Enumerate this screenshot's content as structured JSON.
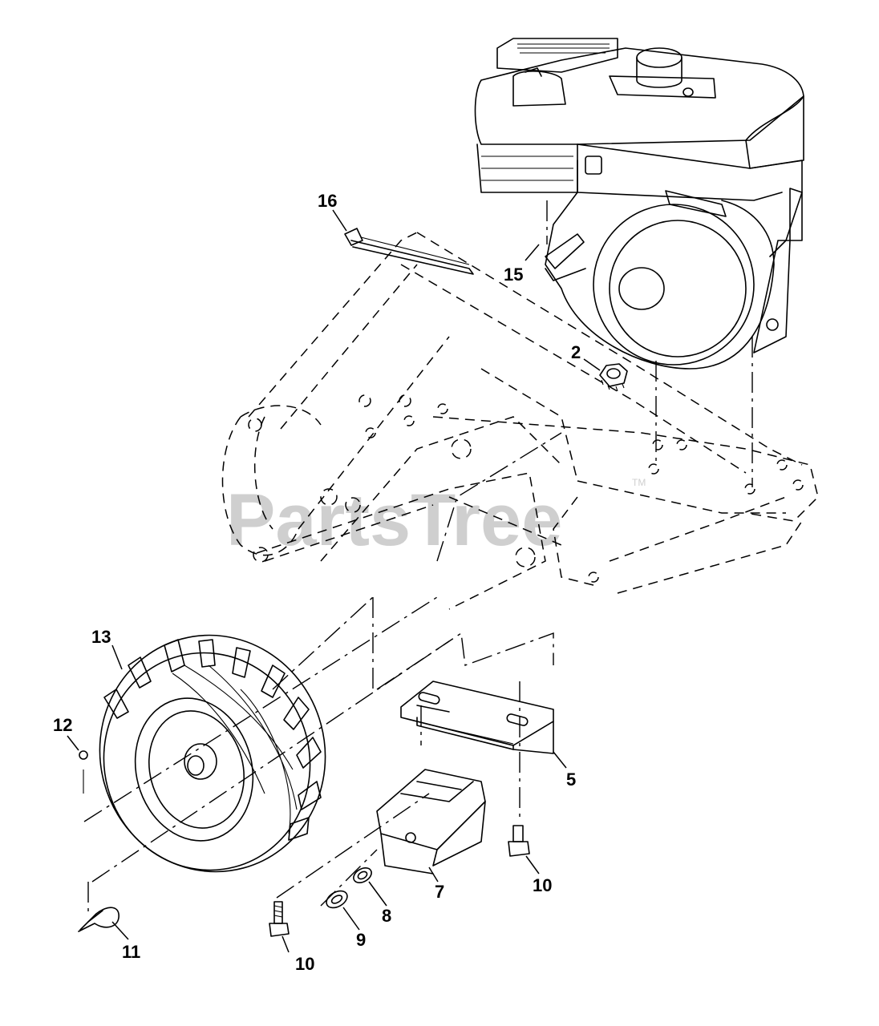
{
  "watermark": {
    "text": "PartsTree",
    "mark": "TM"
  },
  "callouts": [
    {
      "id": "16",
      "label": "16"
    },
    {
      "id": "15",
      "label": "15"
    },
    {
      "id": "2",
      "label": "2"
    },
    {
      "id": "13",
      "label": "13"
    },
    {
      "id": "12",
      "label": "12"
    },
    {
      "id": "5",
      "label": "5"
    },
    {
      "id": "7",
      "label": "7"
    },
    {
      "id": "10a",
      "label": "10"
    },
    {
      "id": "8",
      "label": "8"
    },
    {
      "id": "9",
      "label": "9"
    },
    {
      "id": "11",
      "label": "11"
    },
    {
      "id": "10b",
      "label": "10"
    }
  ],
  "parts": [
    {
      "name": "engine",
      "icon": "engine-drawing"
    },
    {
      "name": "cable-tie",
      "icon": "cable-tie-drawing"
    },
    {
      "name": "hex-nut",
      "icon": "nut-drawing"
    },
    {
      "name": "tiller-frame",
      "icon": "frame-phantom-drawing"
    },
    {
      "name": "wheel",
      "icon": "wheel-tire-drawing"
    },
    {
      "name": "mounting-bracket",
      "icon": "bracket-drawing"
    },
    {
      "name": "weight-block",
      "icon": "block-drawing"
    },
    {
      "name": "bolt",
      "icon": "bolt-drawing"
    },
    {
      "name": "washer",
      "icon": "washer-drawing"
    },
    {
      "name": "hairpin-clip",
      "icon": "clip-drawing"
    },
    {
      "name": "pin",
      "icon": "pin-drawing"
    }
  ]
}
